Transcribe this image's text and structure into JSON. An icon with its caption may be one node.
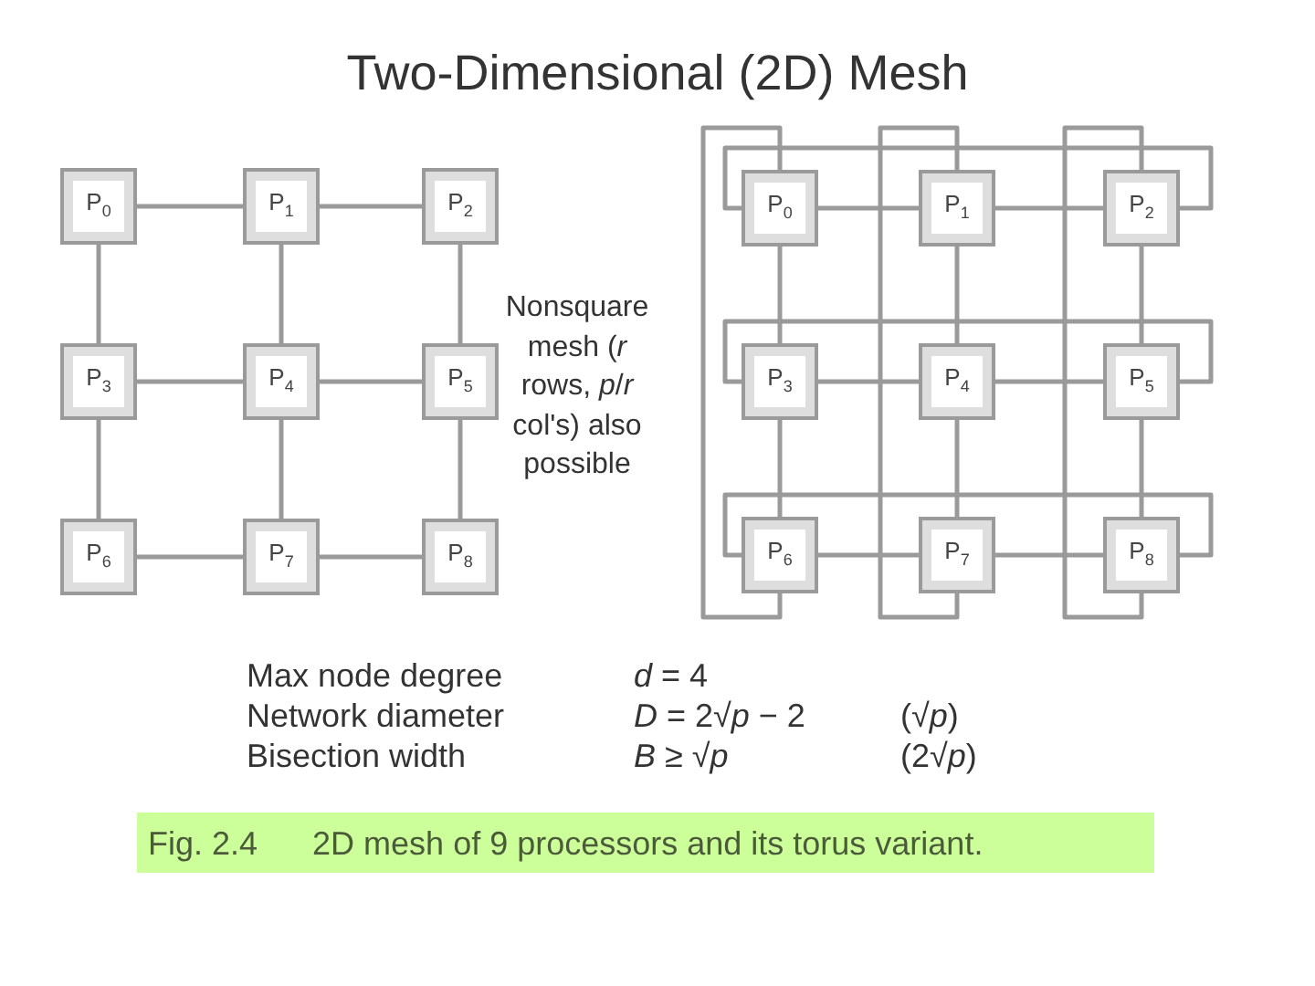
{
  "diagram": {
    "title": "Two-Dimensional (2D) Mesh",
    "caption": "Fig. 2.4      2D mesh of 9 processors and its torus variant.",
    "nodes": [
      {
        "text": [
          "P$_{0}$"
        ]
      },
      {
        "text": [
          "P$_{1}$"
        ]
      },
      {
        "text": [
          "P$_{2}$"
        ]
      },
      {
        "text": [
          "P$_{3}$"
        ]
      },
      {
        "text": [
          "P$_{4}$"
        ]
      },
      {
        "text": [
          "P$_{5}$"
        ]
      },
      {
        "text": [
          "P$_{6}$"
        ]
      },
      {
        "text": [
          "P$_{7}$"
        ]
      },
      {
        "text": [
          "P$_{8}$"
        ]
      },
      {
        "text": [
          "P$_{0}$"
        ]
      },
      {
        "text": [
          "P$_{1}$"
        ]
      },
      {
        "text": [
          "P$_{2}$"
        ]
      },
      {
        "text": [
          "P$_{3}$"
        ]
      },
      {
        "text": [
          "P$_{4}$"
        ]
      },
      {
        "text": [
          "P$_{5}$"
        ]
      },
      {
        "text": [
          "P$_{6}$"
        ]
      },
      {
        "text": [
          "P$_{7}$"
        ]
      },
      {
        "text": [
          "P$_{8}$"
        ]
      }
    ],
    "edges": [
      {
        "from": 0,
        "to": 1,
        "arrow": "none"
      },
      {
        "from": 1,
        "to": 2,
        "arrow": "none"
      },
      {
        "from": 3,
        "to": 4,
        "arrow": "none"
      },
      {
        "from": 4,
        "to": 5,
        "arrow": "none"
      },
      {
        "from": 6,
        "to": 7,
        "arrow": "none"
      },
      {
        "from": 7,
        "to": 8,
        "arrow": "none"
      },
      {
        "from": 0,
        "to": 3,
        "arrow": "none"
      },
      {
        "from": 3,
        "to": 6,
        "arrow": "none"
      },
      {
        "from": 1,
        "to": 4,
        "arrow": "none"
      },
      {
        "from": 4,
        "to": 7,
        "arrow": "none"
      },
      {
        "from": 2,
        "to": 5,
        "arrow": "none"
      },
      {
        "from": 5,
        "to": 8,
        "arrow": "none"
      },
      {
        "from": 9,
        "to": 10,
        "arrow": "none"
      },
      {
        "from": 10,
        "to": 11,
        "arrow": "none"
      },
      {
        "from": 12,
        "to": 13,
        "arrow": "none"
      },
      {
        "from": 13,
        "to": 14,
        "arrow": "none"
      },
      {
        "from": 15,
        "to": 16,
        "arrow": "none"
      },
      {
        "from": 16,
        "to": 17,
        "arrow": "none"
      },
      {
        "from": 9,
        "to": 12,
        "arrow": "none"
      },
      {
        "from": 12,
        "to": 15,
        "arrow": "none"
      },
      {
        "from": 10,
        "to": 13,
        "arrow": "none"
      },
      {
        "from": 13,
        "to": 16,
        "arrow": "none"
      },
      {
        "from": 11,
        "to": 14,
        "arrow": "none"
      },
      {
        "from": 14,
        "to": 17,
        "arrow": "none"
      },
      {
        "from": 9,
        "to": 11,
        "arrow": "none"
      },
      {
        "from": 12,
        "to": 14,
        "arrow": "none"
      },
      {
        "from": 15,
        "to": 17,
        "arrow": "none"
      },
      {
        "from": 9,
        "to": 15,
        "arrow": "none"
      },
      {
        "from": 10,
        "to": 16,
        "arrow": "none"
      },
      {
        "from": 11,
        "to": 17,
        "arrow": "none"
      }
    ],
    "labels": [
      "Nonsquare mesh (*r* rows, *p*/*r* col's) also possible",
      "Max node degree",
      "*d* = 4",
      "Network diameter",
      "*D* = 2√*p* − 2",
      "(√*p*)",
      "Bisection width",
      "*B* ≥ √*p*",
      "(2√*p*)"
    ]
  }
}
